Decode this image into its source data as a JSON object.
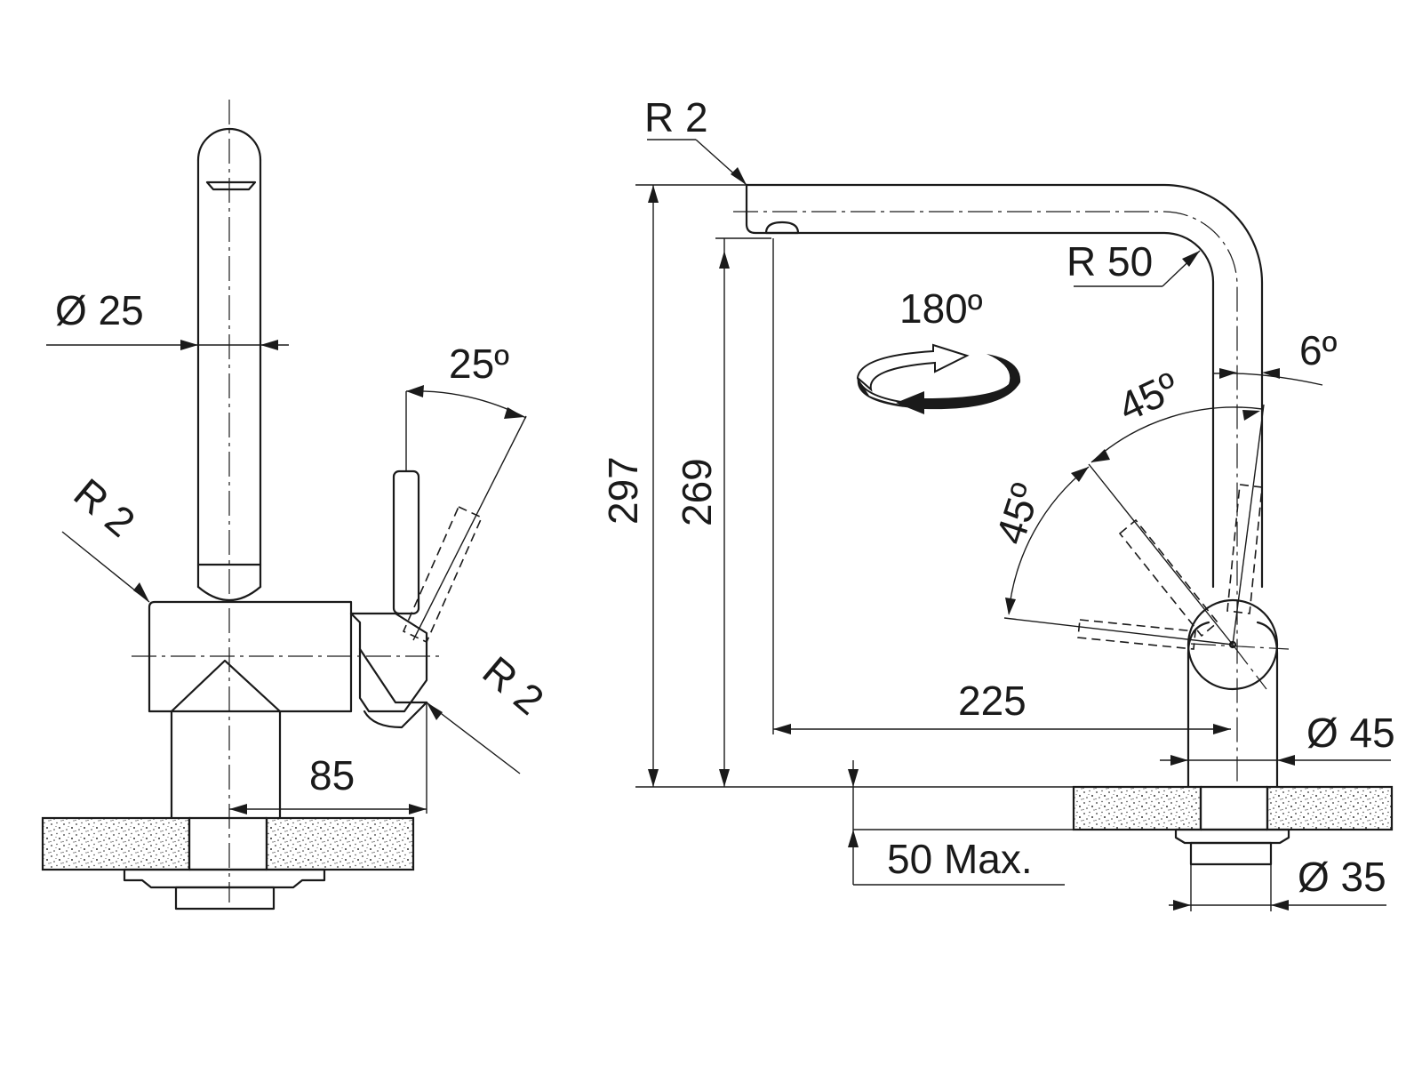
{
  "front_view": {
    "dim_spout_diameter": "Ø 25",
    "dim_radius_body_left": "R 2",
    "dim_radius_body_right": "R 2",
    "dim_lever_angle": "25º",
    "dim_lever_offset": "85"
  },
  "side_view": {
    "dim_radius_top": "R 2",
    "dim_spout_bend_radius": "R 50",
    "dim_swivel_angle": "180º",
    "dim_lever_tilt": "6º",
    "dim_lever_angle_upper": "45º",
    "dim_lever_angle_lower": "45º",
    "dim_total_height": "297",
    "dim_outlet_height": "269",
    "dim_spout_reach": "225",
    "dim_body_diameter": "Ø 45",
    "dim_worktop_thickness": "50 Max.",
    "dim_hole_diameter": "Ø 35"
  },
  "colors": {
    "line": "#1a1a1a",
    "background": "#ffffff"
  }
}
